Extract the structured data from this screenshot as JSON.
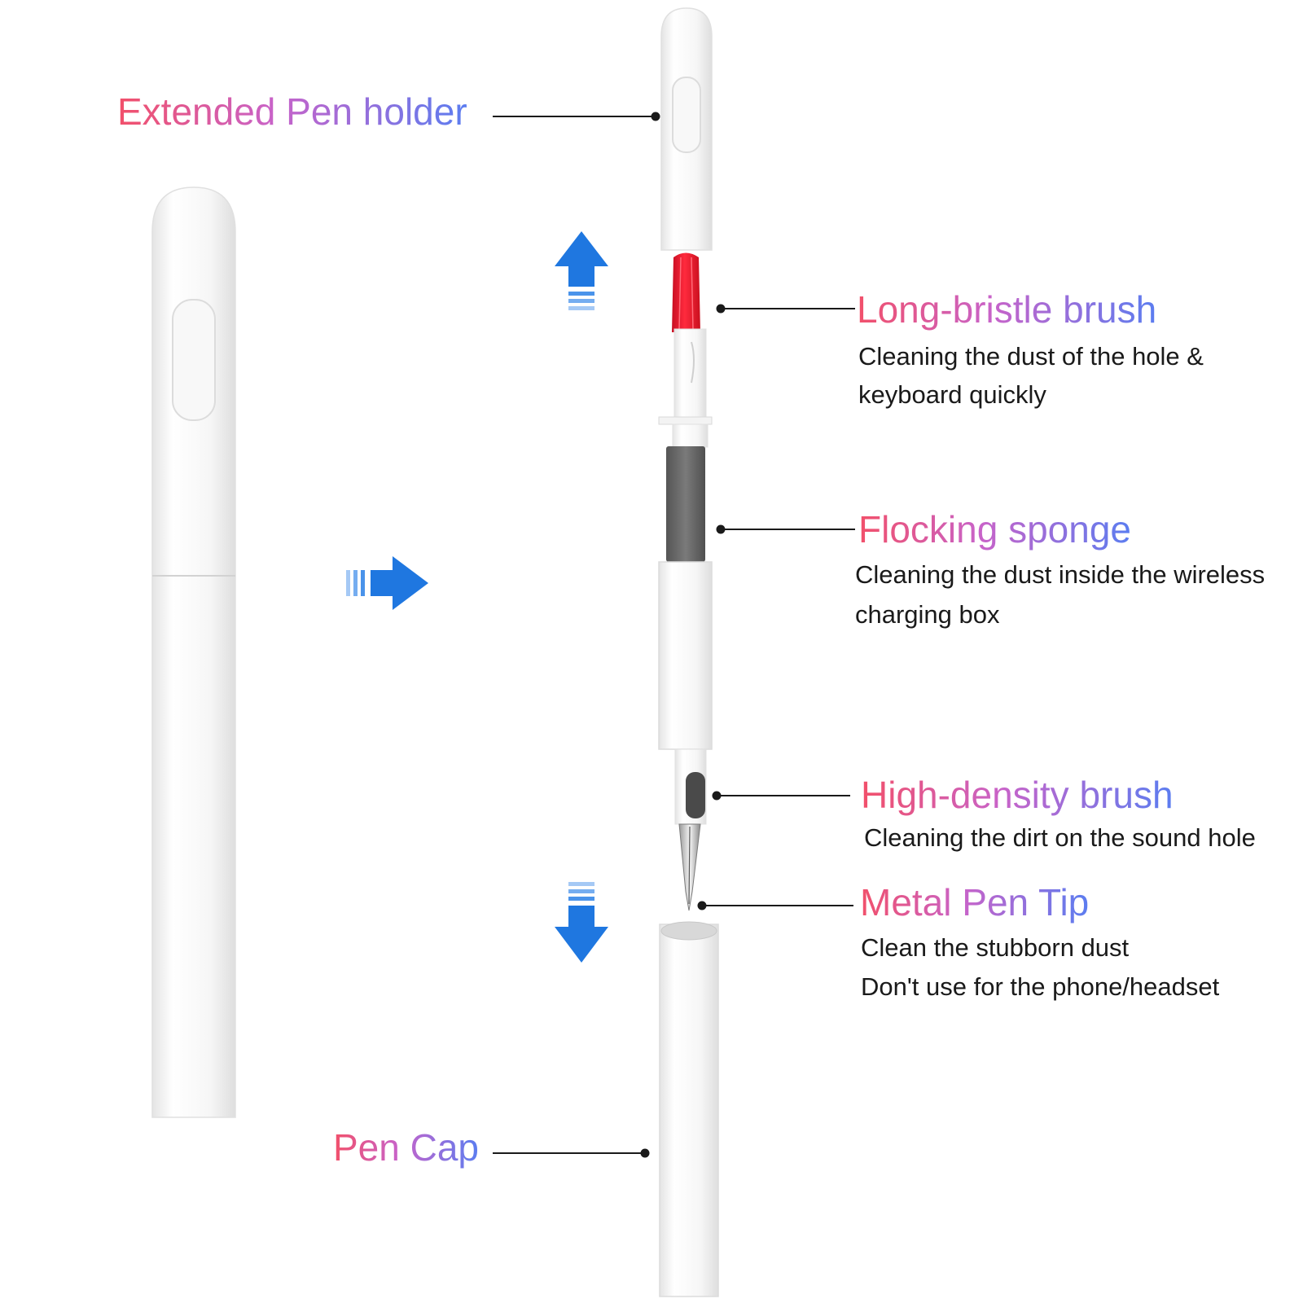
{
  "colors": {
    "title_gradient": [
      "#f2506a",
      "#c863c9",
      "#5b7df0"
    ],
    "arrow_blue": "#1f77e0",
    "bristle_red": "#e8142c",
    "sponge_gray": "#6b6b6b",
    "leader_line": "#1a1a1a"
  },
  "icons": {
    "up_arrow": "arrow-up-icon",
    "right_arrow": "arrow-right-icon",
    "down_arrow": "arrow-down-icon"
  },
  "labels": {
    "pen_holder": {
      "title": "Extended Pen holder"
    },
    "bristle": {
      "title": "Long-bristle brush",
      "desc": [
        "Cleaning the dust of the hole &",
        "keyboard quickly"
      ]
    },
    "sponge": {
      "title": "Flocking sponge",
      "desc": [
        "Cleaning the dust inside the wireless",
        "charging box"
      ]
    },
    "density": {
      "title": "High-density brush",
      "desc": [
        "Cleaning the dirt on the sound hole"
      ]
    },
    "tip": {
      "title": "Metal Pen Tip",
      "desc": [
        "Clean the stubborn dust",
        "Don't use for the phone/headset"
      ]
    },
    "cap": {
      "title": "Pen Cap"
    }
  }
}
